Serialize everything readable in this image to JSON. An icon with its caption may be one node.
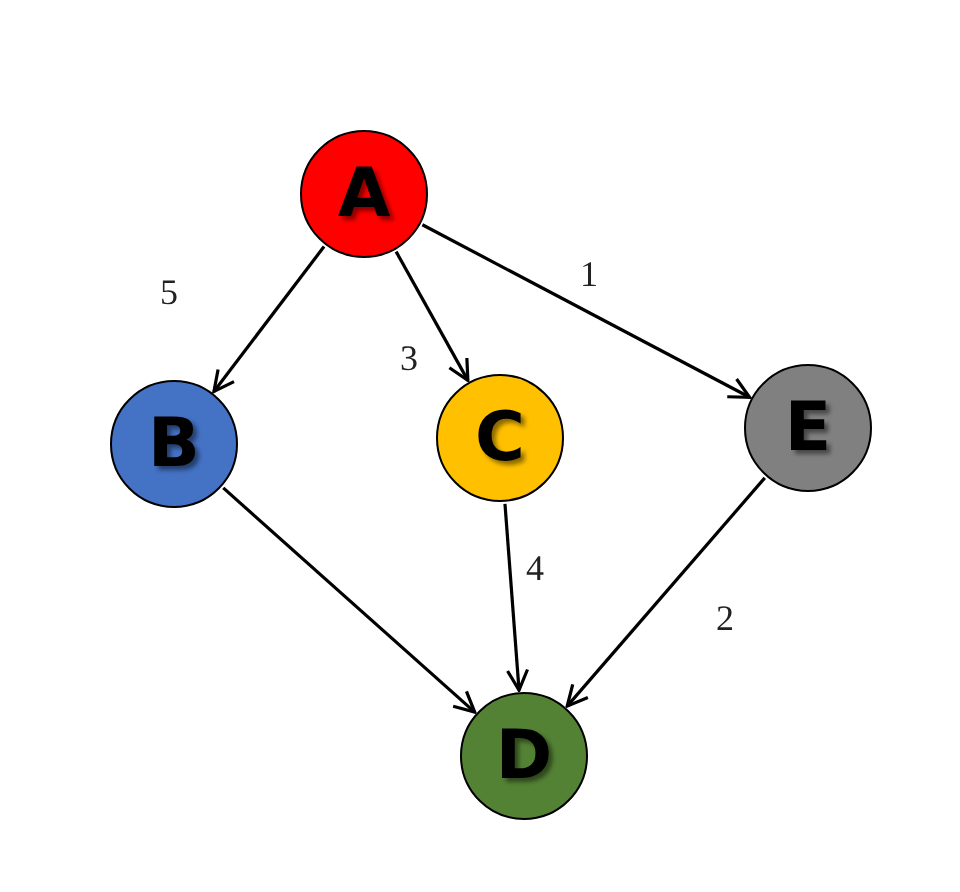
{
  "diagram": {
    "nodes": [
      {
        "text": [
          "A"
        ]
      },
      {
        "text": [
          "B"
        ]
      },
      {
        "text": [
          "C"
        ]
      },
      {
        "text": [
          "E"
        ]
      },
      {
        "text": [
          "D"
        ]
      }
    ],
    "edges": [
      {
        "from": 0,
        "to": 1,
        "arrow": "to",
        "label": "5"
      },
      {
        "from": 0,
        "to": 2,
        "arrow": "to",
        "label": "3"
      },
      {
        "from": 0,
        "to": 3,
        "arrow": "to",
        "label": "1"
      },
      {
        "from": 1,
        "to": 4,
        "arrow": "to"
      },
      {
        "from": 2,
        "to": 4,
        "arrow": "to",
        "label": "4"
      },
      {
        "from": 3,
        "to": 4,
        "arrow": "to",
        "label": "2"
      }
    ]
  }
}
